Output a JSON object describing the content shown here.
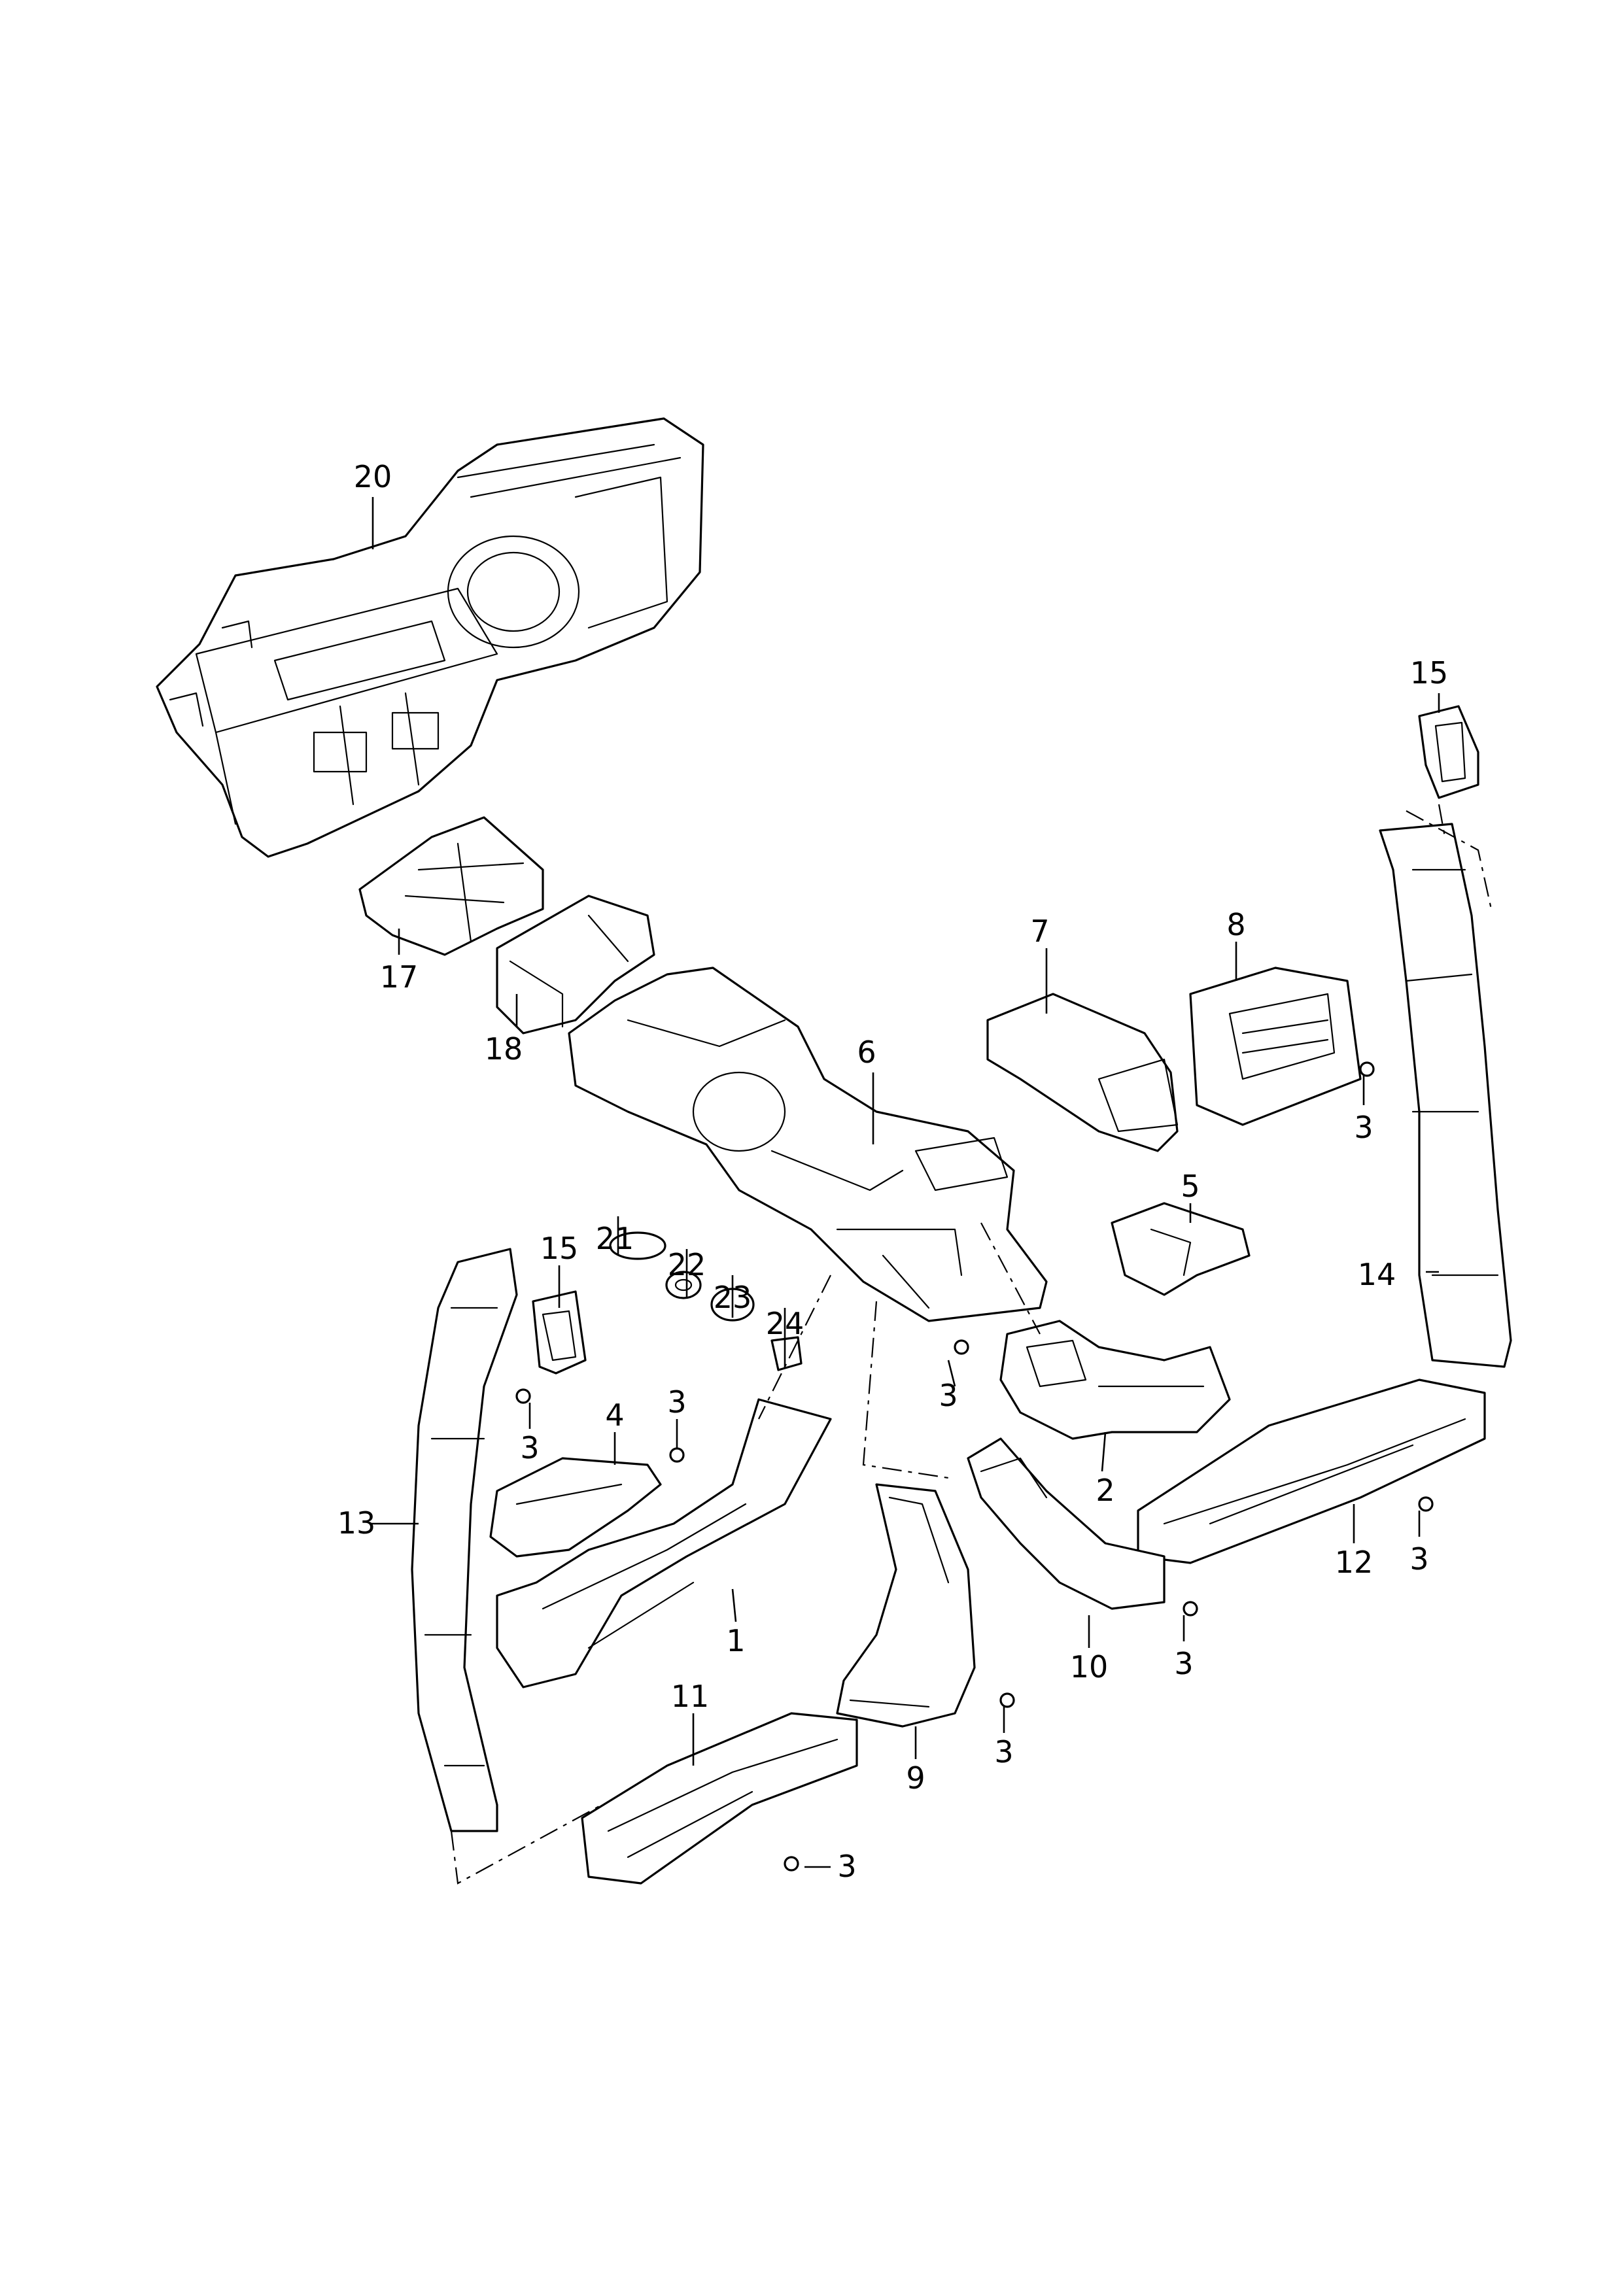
{
  "diagram": {
    "callouts": {
      "p20": "20",
      "p17": "17",
      "p18": "18",
      "p6": "6",
      "p7": "7",
      "p8": "8",
      "p3_a": "3",
      "p15_a": "15",
      "p14": "14",
      "p5": "5",
      "p21": "21",
      "p22": "22",
      "p23": "23",
      "p24": "24",
      "p15_b": "15",
      "p3_b": "3",
      "p4": "4",
      "p3_c": "3",
      "p13": "13",
      "p3_d": "3",
      "p2": "2",
      "p1": "1",
      "p12": "12",
      "p3_e": "3",
      "p10": "10",
      "p3_f": "3",
      "p11": "11",
      "p9": "9",
      "p3_g": "3",
      "p3_h": "3"
    },
    "colors": {
      "line": "#000000",
      "background": "#ffffff"
    }
  }
}
